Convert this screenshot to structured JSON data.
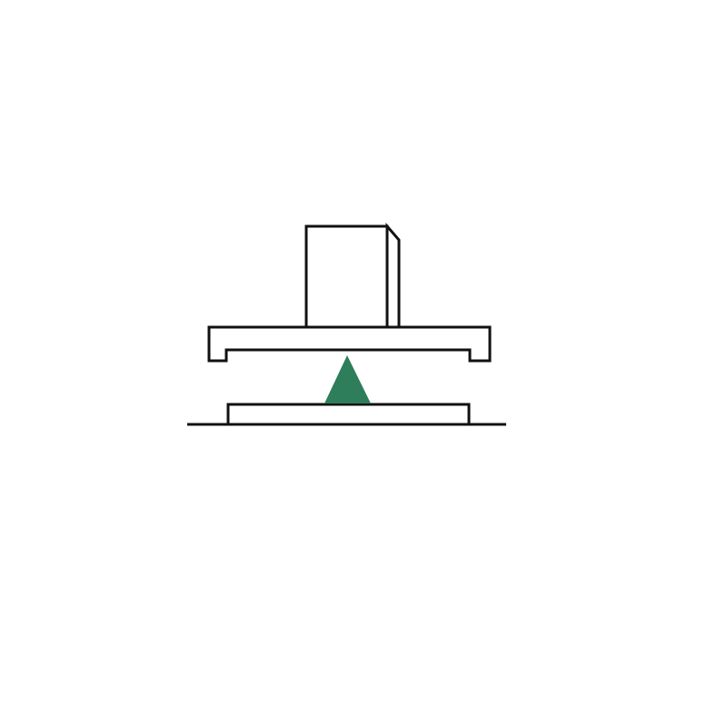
{
  "diagram": {
    "stroke_color": "#111111",
    "fill_color": "#ffffff",
    "fulcrum_color": "#2e7d5b",
    "components": [
      "ground-line",
      "base-plate",
      "fulcrum-triangle",
      "balance-beam",
      "weight-block"
    ]
  }
}
